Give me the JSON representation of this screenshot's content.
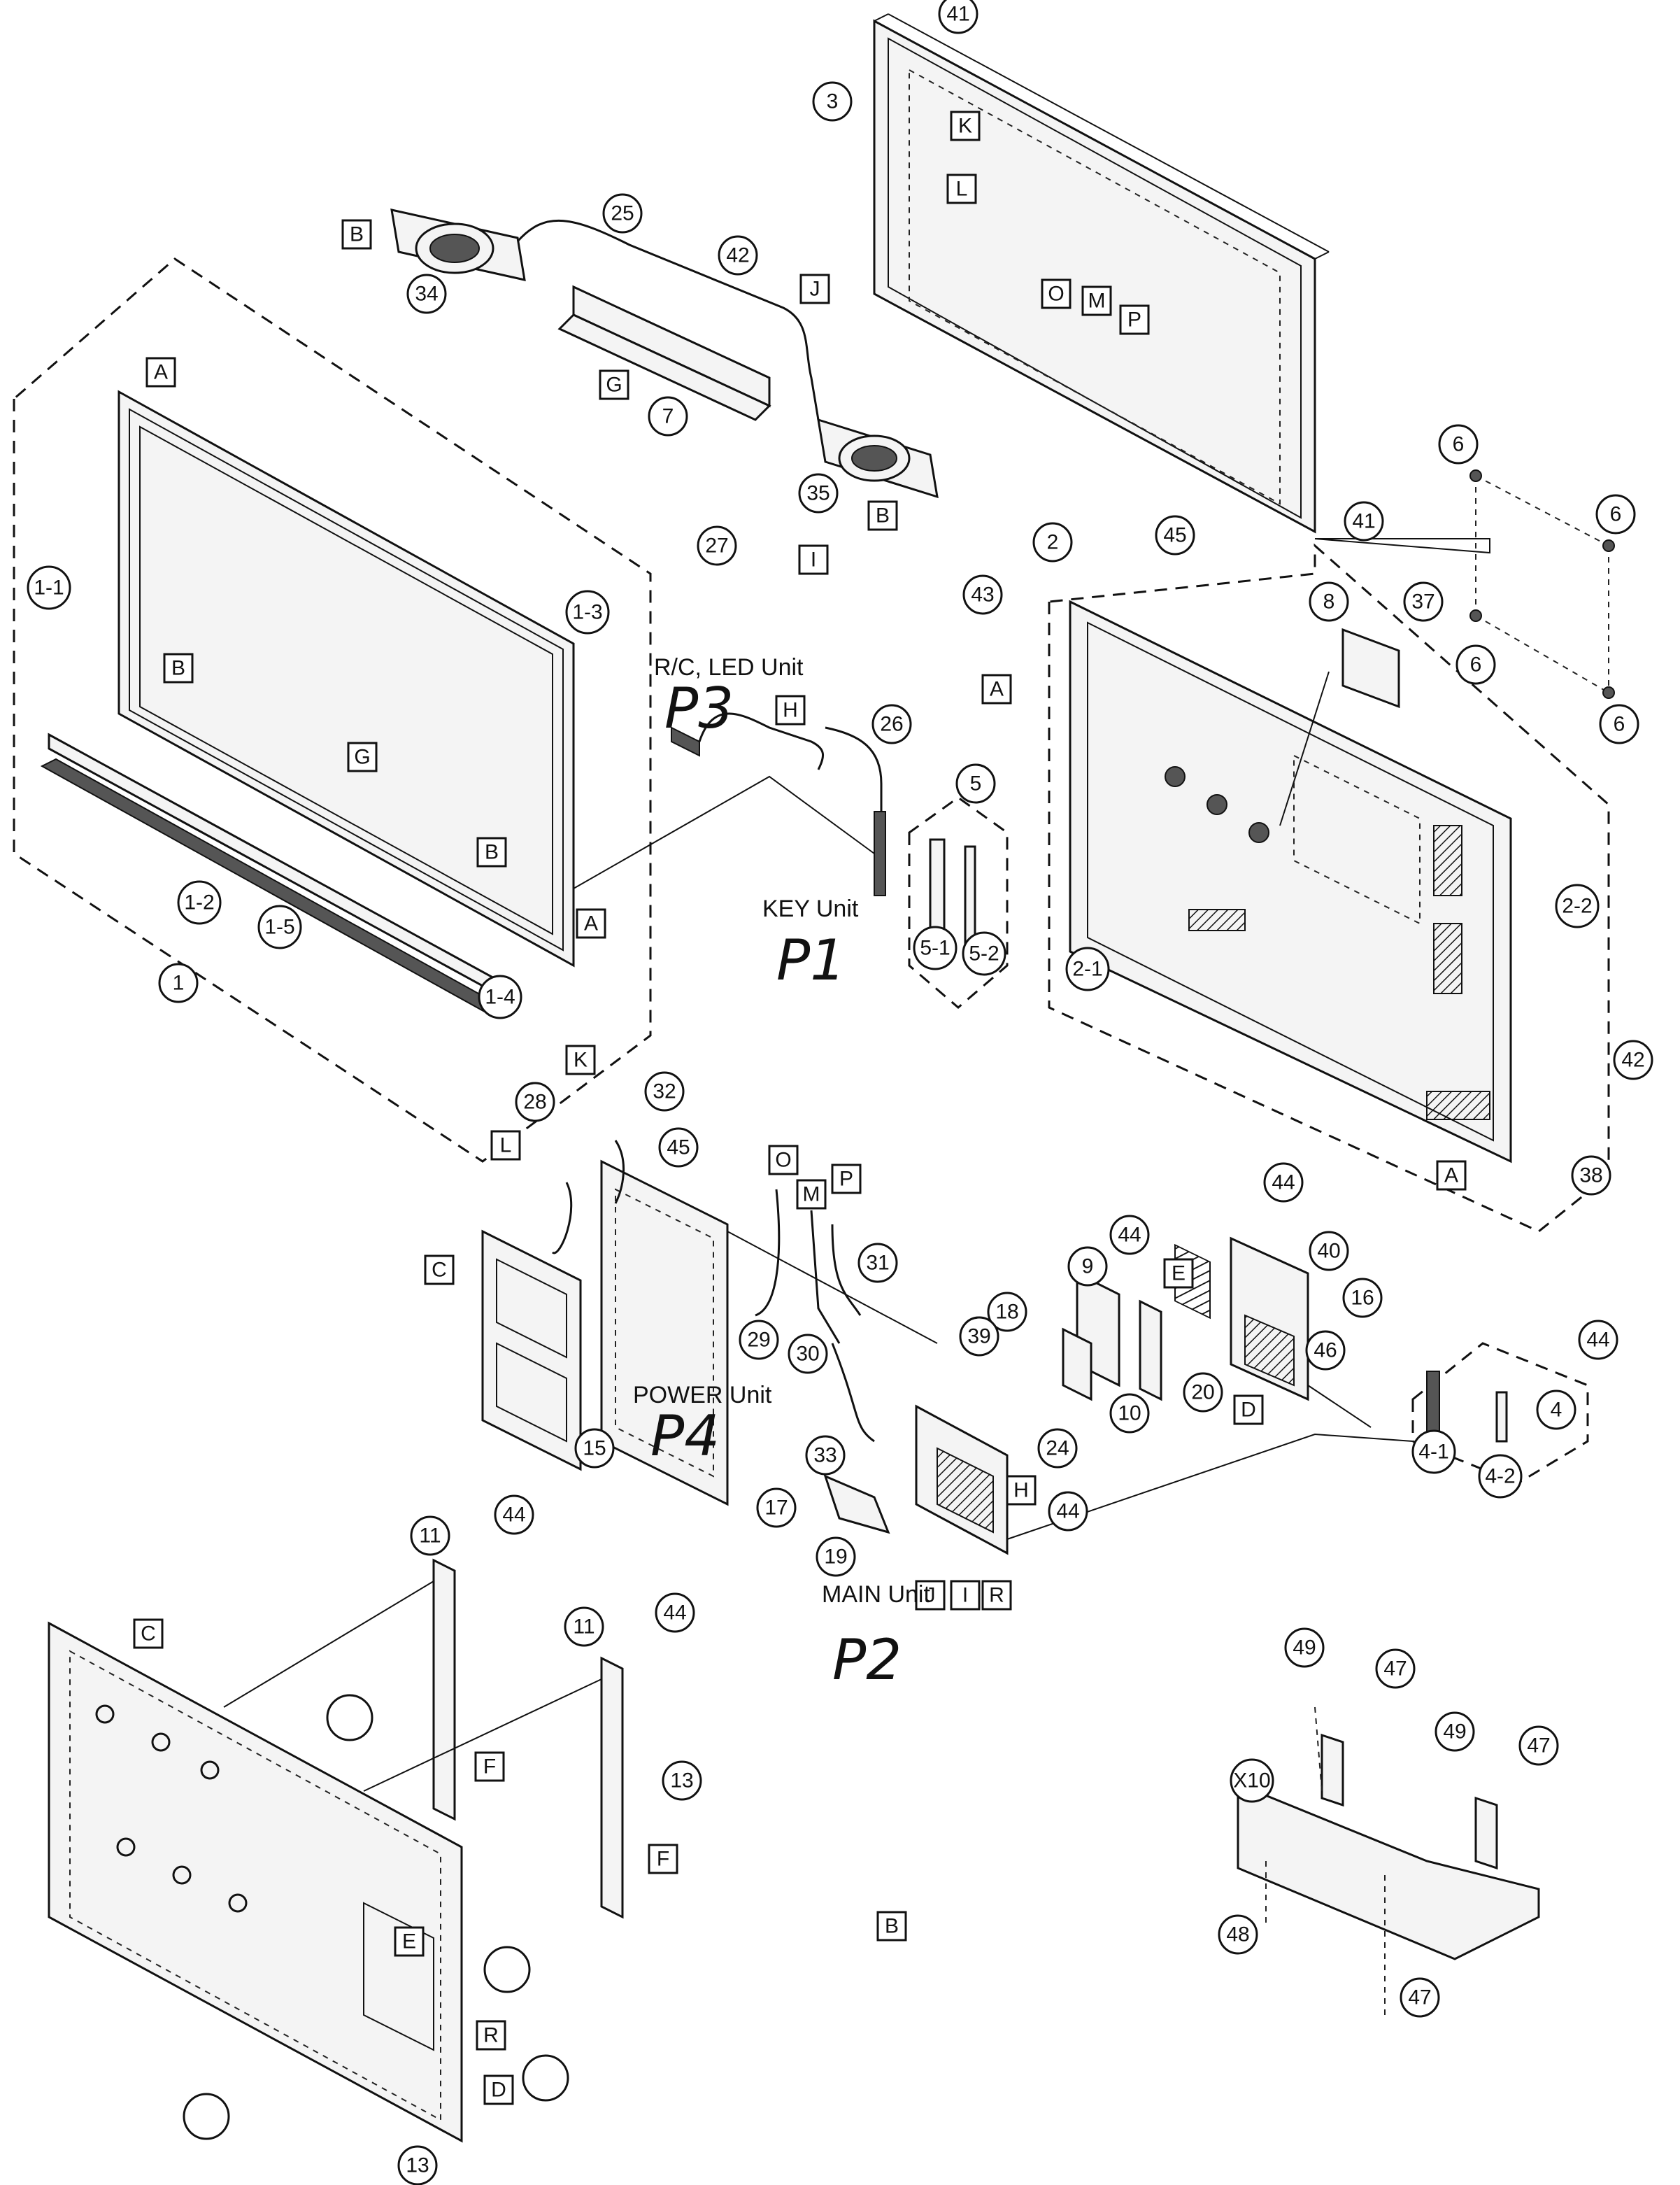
{
  "callouts": [
    {
      "id": "c41a",
      "label": "41"
    },
    {
      "id": "c3",
      "label": "3"
    },
    {
      "id": "c25",
      "label": "25"
    },
    {
      "id": "c42a",
      "label": "42"
    },
    {
      "id": "c34",
      "label": "34"
    },
    {
      "id": "c7",
      "label": "7"
    },
    {
      "id": "c35",
      "label": "35"
    },
    {
      "id": "c41b",
      "label": "41"
    },
    {
      "id": "c6a",
      "label": "6"
    },
    {
      "id": "c6b",
      "label": "6"
    },
    {
      "id": "c6c",
      "label": "6"
    },
    {
      "id": "c6d",
      "label": "6"
    },
    {
      "id": "c1-1",
      "label": "1-1"
    },
    {
      "id": "c1-3",
      "label": "1-3"
    },
    {
      "id": "c27",
      "label": "27"
    },
    {
      "id": "c2",
      "label": "2"
    },
    {
      "id": "c45a",
      "label": "45"
    },
    {
      "id": "c43",
      "label": "43"
    },
    {
      "id": "c8",
      "label": "8"
    },
    {
      "id": "c37",
      "label": "37"
    },
    {
      "id": "c26",
      "label": "26"
    },
    {
      "id": "c5",
      "label": "5"
    },
    {
      "id": "c1-2",
      "label": "1-2"
    },
    {
      "id": "c1-5",
      "label": "1-5"
    },
    {
      "id": "c1",
      "label": "1"
    },
    {
      "id": "c1-4",
      "label": "1-4"
    },
    {
      "id": "c5-1",
      "label": "5-1"
    },
    {
      "id": "c5-2",
      "label": "5-2"
    },
    {
      "id": "c2-1",
      "label": "2-1"
    },
    {
      "id": "c2-2",
      "label": "2-2"
    },
    {
      "id": "c42b",
      "label": "42"
    },
    {
      "id": "c38",
      "label": "38"
    },
    {
      "id": "c28",
      "label": "28"
    },
    {
      "id": "c32",
      "label": "32"
    },
    {
      "id": "c45b",
      "label": "45"
    },
    {
      "id": "c31",
      "label": "31"
    },
    {
      "id": "c44a",
      "label": "44"
    },
    {
      "id": "c44b",
      "label": "44"
    },
    {
      "id": "c40",
      "label": "40"
    },
    {
      "id": "c9",
      "label": "9"
    },
    {
      "id": "c16",
      "label": "16"
    },
    {
      "id": "c18",
      "label": "18"
    },
    {
      "id": "c44c",
      "label": "44"
    },
    {
      "id": "c29",
      "label": "29"
    },
    {
      "id": "c30",
      "label": "30"
    },
    {
      "id": "c39",
      "label": "39"
    },
    {
      "id": "c20",
      "label": "20"
    },
    {
      "id": "c46",
      "label": "46"
    },
    {
      "id": "c10",
      "label": "10"
    },
    {
      "id": "c4-1",
      "label": "4-1"
    },
    {
      "id": "c4",
      "label": "4"
    },
    {
      "id": "c4-2",
      "label": "4-2"
    },
    {
      "id": "c15",
      "label": "15"
    },
    {
      "id": "c33",
      "label": "33"
    },
    {
      "id": "c24",
      "label": "24"
    },
    {
      "id": "c17",
      "label": "17"
    },
    {
      "id": "c44d",
      "label": "44"
    },
    {
      "id": "c19",
      "label": "19"
    },
    {
      "id": "c11a",
      "label": "11"
    },
    {
      "id": "c44e",
      "label": "44"
    },
    {
      "id": "c11b",
      "label": "11"
    },
    {
      "id": "c44f",
      "label": "44"
    },
    {
      "id": "c13a",
      "label": "13"
    },
    {
      "id": "c49a",
      "label": "49"
    },
    {
      "id": "c47a",
      "label": "47"
    },
    {
      "id": "c49b",
      "label": "49"
    },
    {
      "id": "c47b",
      "label": "47"
    },
    {
      "id": "cX10",
      "label": "X10"
    },
    {
      "id": "c48",
      "label": "48"
    },
    {
      "id": "c47c",
      "label": "47"
    },
    {
      "id": "c13b",
      "label": "13"
    }
  ],
  "letter_boxes": [
    {
      "id": "bK",
      "label": "K"
    },
    {
      "id": "bL",
      "label": "L"
    },
    {
      "id": "bB1",
      "label": "B"
    },
    {
      "id": "bJ1",
      "label": "J"
    },
    {
      "id": "bO1",
      "label": "O"
    },
    {
      "id": "bM1",
      "label": "M"
    },
    {
      "id": "bP1",
      "label": "P"
    },
    {
      "id": "bG",
      "label": "G"
    },
    {
      "id": "bA1",
      "label": "A"
    },
    {
      "id": "bB2",
      "label": "B"
    },
    {
      "id": "bI1",
      "label": "I"
    },
    {
      "id": "bA2",
      "label": "A"
    },
    {
      "id": "bB3",
      "label": "B"
    },
    {
      "id": "bH1",
      "label": "H"
    },
    {
      "id": "bG2",
      "label": "G"
    },
    {
      "id": "bB4",
      "label": "B"
    },
    {
      "id": "bA3",
      "label": "A"
    },
    {
      "id": "bA4",
      "label": "A"
    },
    {
      "id": "bK2",
      "label": "K"
    },
    {
      "id": "bL2",
      "label": "L"
    },
    {
      "id": "bO2",
      "label": "O"
    },
    {
      "id": "bM2",
      "label": "M"
    },
    {
      "id": "bP2",
      "label": "P"
    },
    {
      "id": "bC1",
      "label": "C"
    },
    {
      "id": "bE1",
      "label": "E"
    },
    {
      "id": "bD1",
      "label": "D"
    },
    {
      "id": "bH2",
      "label": "H"
    },
    {
      "id": "bJ2",
      "label": "J"
    },
    {
      "id": "bI2",
      "label": "I"
    },
    {
      "id": "bR1",
      "label": "R"
    },
    {
      "id": "bC2",
      "label": "C"
    },
    {
      "id": "bF1",
      "label": "F"
    },
    {
      "id": "bF2",
      "label": "F"
    },
    {
      "id": "bE2",
      "label": "E"
    },
    {
      "id": "bR2",
      "label": "R"
    },
    {
      "id": "bD2",
      "label": "D"
    },
    {
      "id": "bB5",
      "label": "B"
    }
  ],
  "unit_labels": {
    "rc_led": "R/C, LED Unit",
    "key": "KEY Unit",
    "power": "POWER Unit",
    "main": "MAIN Unit"
  },
  "handwritten": {
    "p3": "P3",
    "p1": "P1",
    "p4": "P4",
    "p2": "P2"
  }
}
